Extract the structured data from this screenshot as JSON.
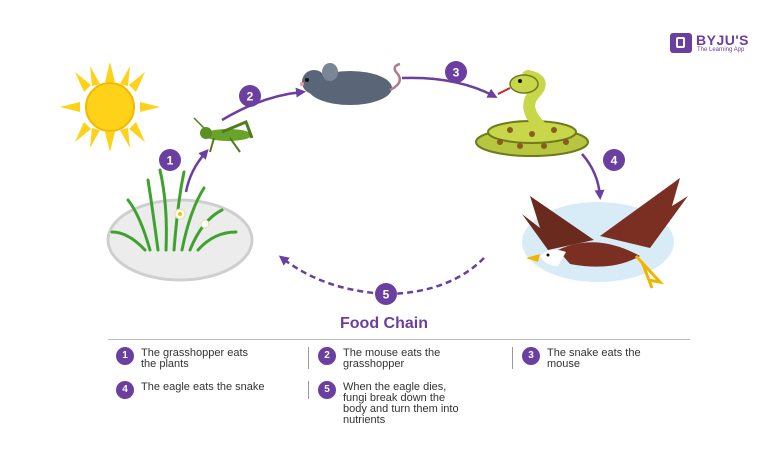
{
  "brand": {
    "name": "BYJU'S",
    "tagline": "The Learning App"
  },
  "diagram": {
    "title": "Food Chain",
    "step_badges": [
      "1",
      "2",
      "3",
      "4",
      "5"
    ]
  },
  "legend": [
    {
      "number": "1",
      "text": "The grasshopper eats\nthe plants"
    },
    {
      "number": "2",
      "text": "The mouse eats the\ngrasshopper"
    },
    {
      "number": "3",
      "text": "The snake eats the\nmouse"
    },
    {
      "number": "4",
      "text": "The eagle eats the snake"
    },
    {
      "number": "5",
      "text": "When the eagle dies,\nfungi break down the\nbody and turn them into\nnutrients"
    }
  ],
  "colors": {
    "accent": "#6b3fa0",
    "sun": "#ffd21a",
    "grass": "#4caf3a",
    "mouse": "#5a6678",
    "snake": "#c8d64a",
    "eagle": "#7a2f22"
  }
}
